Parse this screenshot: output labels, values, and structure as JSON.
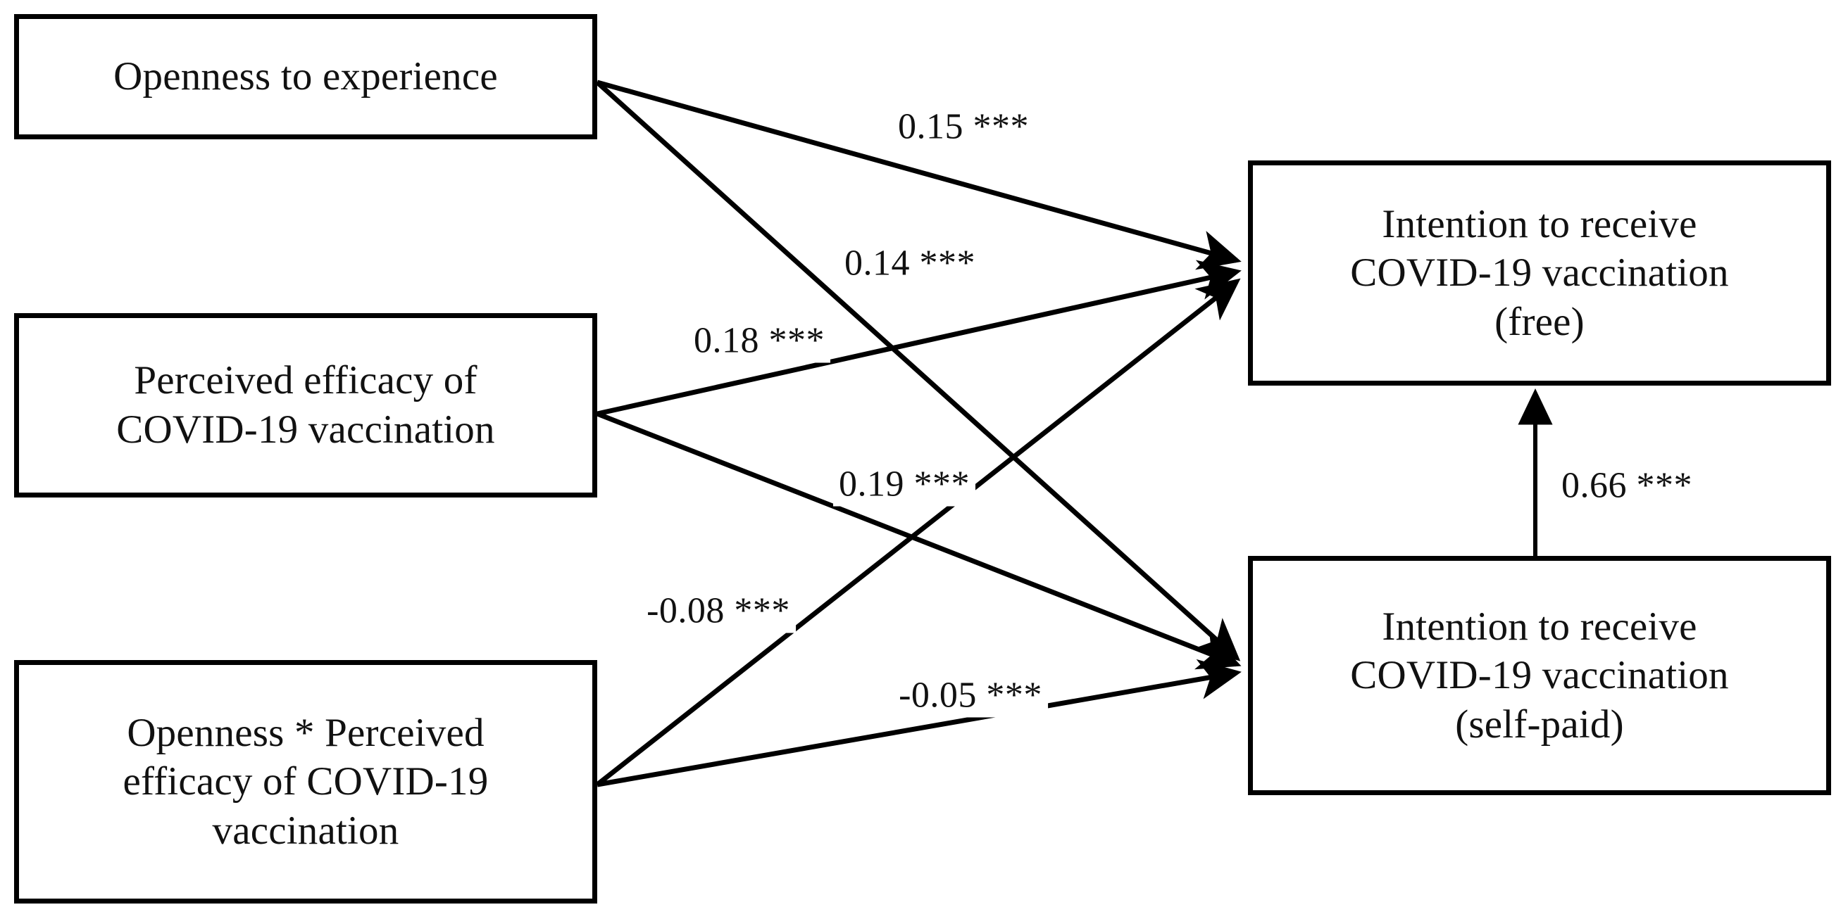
{
  "figure": {
    "type": "path-diagram",
    "background_color": "#ffffff",
    "line_color": "#000000",
    "text_color": "#111111"
  },
  "nodes": {
    "openness": {
      "id": "openness",
      "label": "Openness to experience",
      "role": "predictor"
    },
    "efficacy": {
      "id": "efficacy",
      "label": "Perceived efficacy of\nCOVID-19 vaccination",
      "role": "predictor"
    },
    "interaction": {
      "id": "interaction",
      "label": "Openness * Perceived\nefficacy of COVID-19\nvaccination",
      "role": "interaction-term"
    },
    "intention_free": {
      "id": "intention_free",
      "label": "Intention to receive\nCOVID-19 vaccination\n(free)",
      "role": "outcome"
    },
    "intention_paid": {
      "id": "intention_paid",
      "label": "Intention to receive\nCOVID-19 vaccination\n(self-paid)",
      "role": "outcome"
    }
  },
  "paths": [
    {
      "id": "openness-to-free",
      "from": "openness",
      "to": "intention_free",
      "coefficient": "0.15 ***",
      "arrow": "single"
    },
    {
      "id": "openness-to-paid",
      "from": "openness",
      "to": "intention_paid",
      "coefficient": "0.14 ***",
      "arrow": "single"
    },
    {
      "id": "efficacy-to-free",
      "from": "efficacy",
      "to": "intention_free",
      "coefficient": "0.18 ***",
      "arrow": "single"
    },
    {
      "id": "efficacy-to-paid",
      "from": "efficacy",
      "to": "intention_paid",
      "coefficient": "0.19 ***",
      "arrow": "single"
    },
    {
      "id": "interaction-to-free",
      "from": "interaction",
      "to": "intention_free",
      "coefficient": "-0.08 ***",
      "arrow": "single"
    },
    {
      "id": "interaction-to-paid",
      "from": "interaction",
      "to": "intention_paid",
      "coefficient": "-0.05 ***",
      "arrow": "single"
    },
    {
      "id": "free-with-paid",
      "from": "intention_free",
      "to": "intention_paid",
      "coefficient": "0.66 ***",
      "arrow": "double"
    }
  ],
  "labels": {
    "openness_free": "0.15 ***",
    "openness_paid": "0.14 ***",
    "efficacy_free": "0.18 ***",
    "efficacy_paid": "0.19 ***",
    "interaction_free": "-0.08 ***",
    "interaction_paid": "-0.05 ***",
    "free_paid_covariance": "0.66 ***"
  }
}
